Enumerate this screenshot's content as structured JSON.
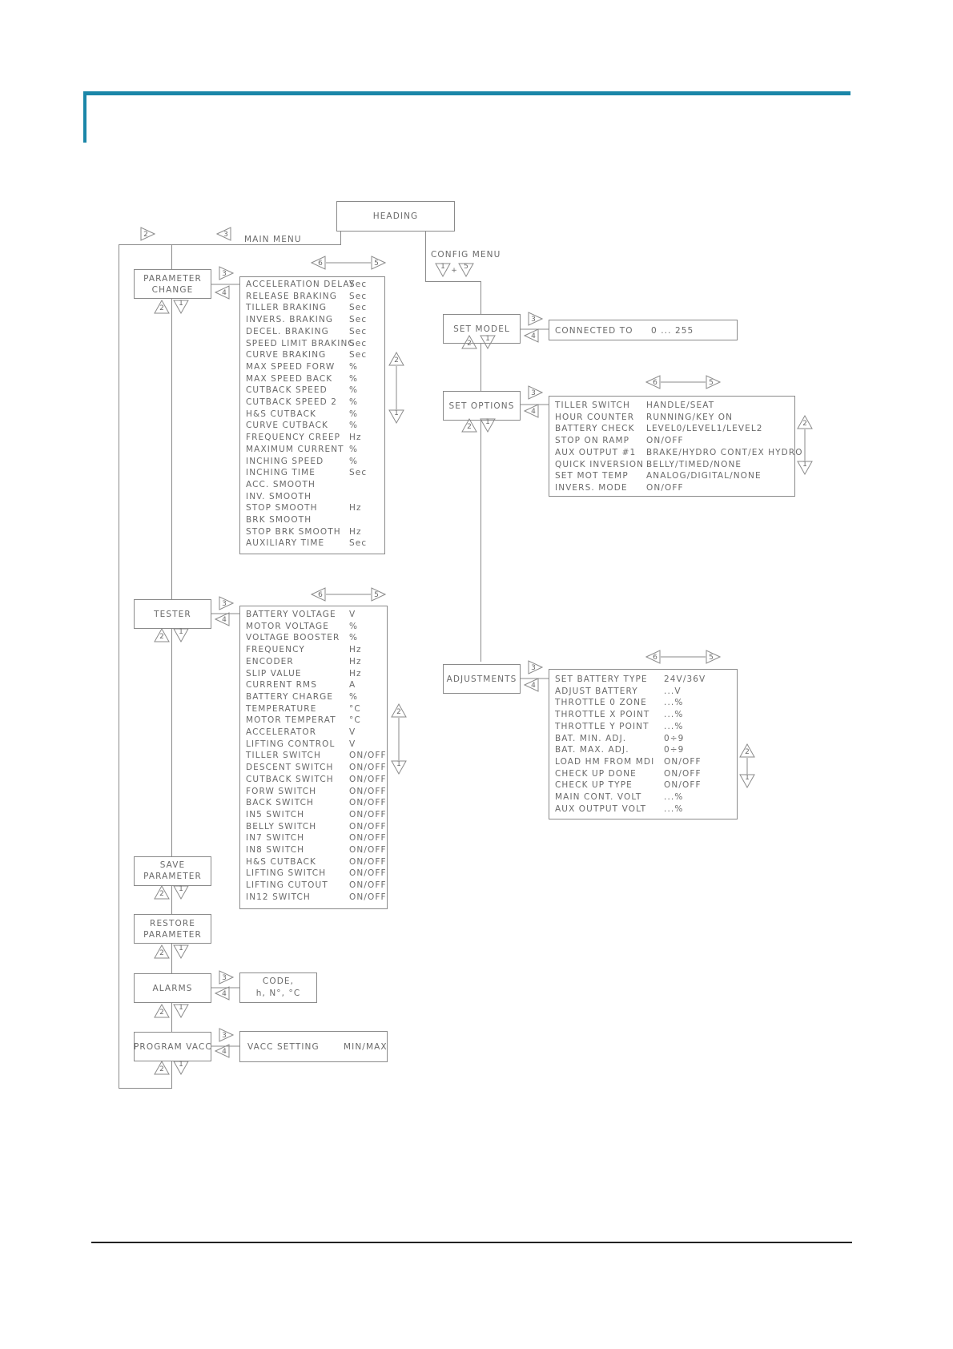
{
  "heading": "HEADING",
  "main_menu": "MAIN MENU",
  "config_menu": "CONFIG MENU",
  "keys": {
    "k1": "1",
    "k2": "2",
    "k3": "3",
    "k4": "4",
    "k5": "5",
    "k6": "6",
    "plus": "+"
  },
  "main_items": {
    "parameter_change": [
      "PARAMETER",
      "CHANGE"
    ],
    "tester": "TESTER",
    "save_parameter": [
      "SAVE",
      "PARAMETER"
    ],
    "restore_parameter": [
      "RESTORE",
      "PARAMETER"
    ],
    "alarms": "ALARMS",
    "program_vacc": "PROGRAM VACC"
  },
  "config_items": {
    "set_model": "SET MODEL",
    "set_options": "SET OPTIONS",
    "adjustments": "ADJUSTMENTS"
  },
  "parameter_change_list": [
    {
      "name": "ACCELERATION DELAY",
      "unit": "Sec"
    },
    {
      "name": "RELEASE BRAKING",
      "unit": "Sec"
    },
    {
      "name": "TILLER BRAKING",
      "unit": "Sec"
    },
    {
      "name": "INVERS. BRAKING",
      "unit": "Sec"
    },
    {
      "name": "DECEL. BRAKING",
      "unit": "Sec"
    },
    {
      "name": "SPEED LIMIT BRAKING",
      "unit": "Sec"
    },
    {
      "name": "CURVE BRAKING",
      "unit": "Sec"
    },
    {
      "name": "MAX SPEED FORW",
      "unit": "%"
    },
    {
      "name": "MAX SPEED BACK",
      "unit": "%"
    },
    {
      "name": "CUTBACK SPEED",
      "unit": "%"
    },
    {
      "name": "CUTBACK SPEED 2",
      "unit": "%"
    },
    {
      "name": "H&S CUTBACK",
      "unit": "%"
    },
    {
      "name": "CURVE CUTBACK",
      "unit": "%"
    },
    {
      "name": "FREQUENCY CREEP",
      "unit": "Hz"
    },
    {
      "name": "MAXIMUM CURRENT",
      "unit": "%"
    },
    {
      "name": "INCHING SPEED",
      "unit": "%"
    },
    {
      "name": "INCHING TIME",
      "unit": "Sec"
    },
    {
      "name": "ACC. SMOOTH",
      "unit": ""
    },
    {
      "name": "INV. SMOOTH",
      "unit": ""
    },
    {
      "name": "STOP SMOOTH",
      "unit": "Hz"
    },
    {
      "name": "BRK SMOOTH",
      "unit": ""
    },
    {
      "name": "STOP BRK SMOOTH",
      "unit": "Hz"
    },
    {
      "name": "AUXILIARY TIME",
      "unit": "Sec"
    }
  ],
  "tester_list": [
    {
      "name": "BATTERY VOLTAGE",
      "unit": "V"
    },
    {
      "name": "MOTOR VOLTAGE",
      "unit": "%"
    },
    {
      "name": "VOLTAGE BOOSTER",
      "unit": "%"
    },
    {
      "name": "FREQUENCY",
      "unit": "Hz"
    },
    {
      "name": "ENCODER",
      "unit": "Hz"
    },
    {
      "name": "SLIP VALUE",
      "unit": "Hz"
    },
    {
      "name": "CURRENT RMS",
      "unit": "A"
    },
    {
      "name": "BATTERY CHARGE",
      "unit": "%"
    },
    {
      "name": "TEMPERATURE",
      "unit": "°C"
    },
    {
      "name": "MOTOR TEMPERAT",
      "unit": "°C"
    },
    {
      "name": "ACCELERATOR",
      "unit": "V"
    },
    {
      "name": "LIFTING CONTROL",
      "unit": "V"
    },
    {
      "name": "TILLER SWITCH",
      "unit": "ON/OFF"
    },
    {
      "name": "DESCENT SWITCH",
      "unit": "ON/OFF"
    },
    {
      "name": "CUTBACK SWITCH",
      "unit": "ON/OFF"
    },
    {
      "name": "FORW SWITCH",
      "unit": "ON/OFF"
    },
    {
      "name": "BACK SWITCH",
      "unit": "ON/OFF"
    },
    {
      "name": "IN5 SWITCH",
      "unit": "ON/OFF"
    },
    {
      "name": "BELLY SWITCH",
      "unit": "ON/OFF"
    },
    {
      "name": "IN7 SWITCH",
      "unit": "ON/OFF"
    },
    {
      "name": "IN8 SWITCH",
      "unit": "ON/OFF"
    },
    {
      "name": "H&S CUTBACK",
      "unit": "ON/OFF"
    },
    {
      "name": "LIFTING SWITCH",
      "unit": "ON/OFF"
    },
    {
      "name": "LIFTING CUTOUT",
      "unit": "ON/OFF"
    },
    {
      "name": "IN12 SWITCH",
      "unit": "ON/OFF"
    }
  ],
  "alarms_box": [
    "CODE,",
    "h, N°, °C"
  ],
  "vacc_box": {
    "name": "VACC SETTING",
    "value": "MIN/MAX"
  },
  "set_model_box": {
    "name": "CONNECTED TO",
    "value": "0 ... 255"
  },
  "set_options_list": [
    {
      "name": "TILLER SWITCH",
      "value": "HANDLE/SEAT"
    },
    {
      "name": "HOUR COUNTER",
      "value": "RUNNING/KEY ON"
    },
    {
      "name": "BATTERY CHECK",
      "value": "LEVEL0/LEVEL1/LEVEL2"
    },
    {
      "name": "STOP ON RAMP",
      "value": "ON/OFF"
    },
    {
      "name": "AUX OUTPUT #1",
      "value": "BRAKE/HYDRO CONT/EX HYDRO"
    },
    {
      "name": "QUICK INVERSION",
      "value": "BELLY/TIMED/NONE"
    },
    {
      "name": "SET MOT TEMP",
      "value": "ANALOG/DIGITAL/NONE"
    },
    {
      "name": "INVERS. MODE",
      "value": "ON/OFF"
    }
  ],
  "adjustments_list": [
    {
      "name": "SET BATTERY TYPE",
      "value": "24V/36V"
    },
    {
      "name": "ADJUST BATTERY",
      "value": "...V"
    },
    {
      "name": "THROTTLE 0 ZONE",
      "value": "...%"
    },
    {
      "name": "THROTTLE X POINT",
      "value": "...%"
    },
    {
      "name": "THROTTLE Y POINT",
      "value": "...%"
    },
    {
      "name": "BAT. MIN. ADJ.",
      "value": "0÷9"
    },
    {
      "name": "BAT. MAX. ADJ.",
      "value": "0÷9"
    },
    {
      "name": "LOAD HM FROM MDI",
      "value": "ON/OFF"
    },
    {
      "name": "CHECK UP DONE",
      "value": "ON/OFF"
    },
    {
      "name": "CHECK UP TYPE",
      "value": "ON/OFF"
    },
    {
      "name": "MAIN CONT. VOLT",
      "value": "...%"
    },
    {
      "name": "AUX OUTPUT VOLT",
      "value": "...%"
    }
  ]
}
